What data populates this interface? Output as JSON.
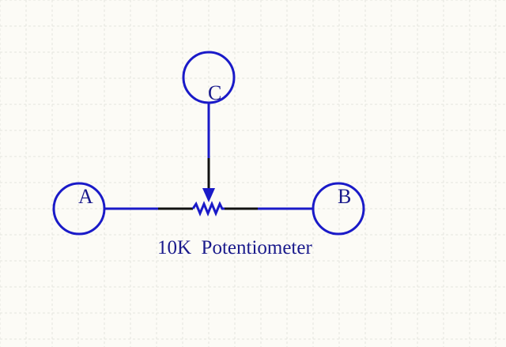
{
  "colors": {
    "background": "#fcfbf6",
    "grid": "#e4e4de",
    "symbol": "#1a1ac8",
    "wire": "#111111",
    "text": "#1a1a8c"
  },
  "schematic": {
    "pins": {
      "a": {
        "label": "A"
      },
      "b": {
        "label": "B"
      },
      "c": {
        "label": "C"
      }
    },
    "component_label": "10K  Potentiometer"
  }
}
